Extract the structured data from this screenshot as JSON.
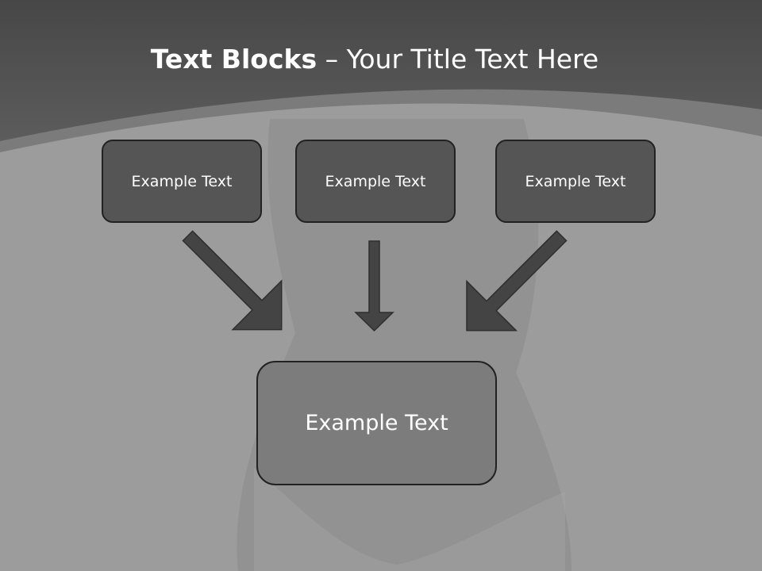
{
  "slide": {
    "title_bold": "Text Blocks",
    "title_dash": "–",
    "title_rest": "Your Title Text Here"
  },
  "boxes": {
    "left": "Example Text",
    "middle": "Example Text",
    "right": "Example Text",
    "bottom": "Example Text"
  },
  "colors": {
    "header_band": "#4f4f4f",
    "small_box": "#555555",
    "large_box": "#7c7c7c",
    "arrow": "#444444",
    "background": "#9a9a9a"
  }
}
